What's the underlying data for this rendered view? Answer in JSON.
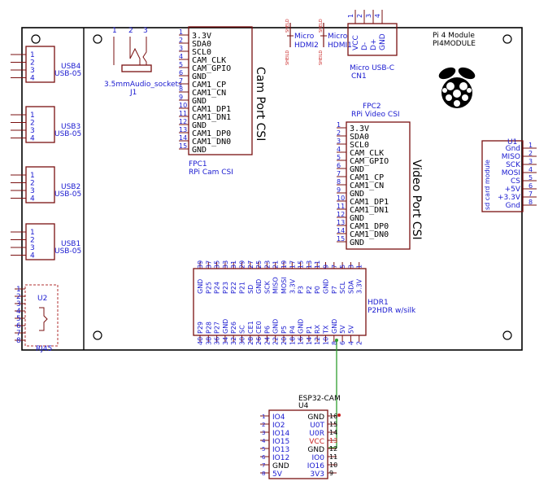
{
  "board": {
    "module_title": "Pi 4 Module",
    "module_ref": "PI4MODULE"
  },
  "usb_ports": [
    {
      "name": "USB4",
      "part": "USB-05",
      "pins": [
        "1",
        "2",
        "3",
        "4"
      ]
    },
    {
      "name": "USB3",
      "part": "USB-05",
      "pins": [
        "1",
        "2",
        "3",
        "4"
      ]
    },
    {
      "name": "USB2",
      "part": "USB-05",
      "pins": [
        "1",
        "2",
        "3",
        "4"
      ]
    },
    {
      "name": "USB1",
      "part": "USB-05",
      "pins": [
        "1",
        "2",
        "3",
        "4"
      ]
    }
  ],
  "rj45": {
    "ref": "U2",
    "name": "RJ45",
    "pins": [
      "1",
      "2",
      "3",
      "4",
      "5",
      "6",
      "7",
      "8"
    ]
  },
  "audio": {
    "pins": [
      "1",
      "2",
      "3"
    ],
    "name": "3.5mmAudio_sockets",
    "ref": "J1"
  },
  "cam_port": {
    "title": "Cam Port CSI",
    "ref": "FPC1",
    "name": "RPi Cam CSI",
    "pin_numbers": [
      "1",
      "2",
      "3",
      "4",
      "5",
      "6",
      "7",
      "8",
      "9",
      "10",
      "11",
      "12",
      "13",
      "14",
      "15"
    ],
    "signals": [
      "3.3V",
      "SDA0",
      "SCL0",
      "CAM_CLK",
      "CAM_GPIO",
      "GND",
      "CAM1_CP",
      "CAM1_CN",
      "GND",
      "CAM1_DP1",
      "CAM1_DN1",
      "GND",
      "CAM1_DP0",
      "CAM1_DN0",
      "GND"
    ]
  },
  "video_port": {
    "title": "Video Port CSI",
    "ref": "FPC2",
    "name": "RPi Video CSI",
    "pin_numbers": [
      "1",
      "2",
      "3",
      "4",
      "5",
      "6",
      "7",
      "8",
      "9",
      "10",
      "11",
      "12",
      "13",
      "14",
      "15"
    ],
    "signals": [
      "3.3V",
      "SDA0",
      "SCL0",
      "CAM_CLK",
      "CAM_GPIO",
      "GND",
      "CAM1_CP",
      "CAM1_CN",
      "GND",
      "CAM1_DP1",
      "CAM1_DN1",
      "GND",
      "CAM1_DP0",
      "CAM1_DN0",
      "GND"
    ]
  },
  "hdmi": [
    {
      "name": "Micro\nHDMI2",
      "pin": "SHELD",
      "shield": "SHEILD"
    },
    {
      "name": "Micro\nHDMI1",
      "pin": "SHELD",
      "shield": "SHEILD"
    }
  ],
  "usbc": {
    "pins": [
      "1",
      "2",
      "3",
      "4"
    ],
    "signals": [
      "VCC",
      "D-",
      "D+",
      "GND"
    ],
    "name": "Micro USB-C",
    "ref": "CN1"
  },
  "sd_card": {
    "ref": "U1",
    "name": "sd card module",
    "signals": [
      "Gnd",
      "MISO",
      "SCK",
      "MOSI",
      "CS",
      "+5V",
      "+3.3V",
      "Gnd"
    ],
    "pins": [
      "1",
      "2",
      "3",
      "4",
      "5",
      "6",
      "7",
      "8"
    ]
  },
  "header": {
    "ref": "HDR1",
    "name": "P2HDR w/silk",
    "top_numbers": [
      "39",
      "37",
      "35",
      "33",
      "31",
      "29",
      "27",
      "25",
      "23",
      "21",
      "19",
      "17",
      "15",
      "13",
      "11",
      "9",
      "7",
      "5",
      "3",
      "1"
    ],
    "top_labels": [
      "GND",
      "P25",
      "P24",
      "P23",
      "P22",
      "P21",
      "SD",
      "GND",
      "SCK",
      "MISO",
      "MOSI",
      "3.3V",
      "P3",
      "P2",
      "P0",
      "GND",
      "P7",
      "SCL",
      "SDA",
      "3.3V"
    ],
    "bottom_numbers": [
      "40",
      "38",
      "36",
      "34",
      "32",
      "30",
      "28",
      "26",
      "24",
      "22",
      "20",
      "18",
      "16",
      "14",
      "12",
      "10",
      "8",
      "6",
      "4",
      "2"
    ],
    "bottom_labels": [
      "P29",
      "P28",
      "P27",
      "GND",
      "P26",
      "SC",
      "CE1",
      "CE0",
      "P6",
      "GND",
      "P5",
      "P4",
      "GND",
      "P1",
      "RX",
      "TX",
      "GND",
      "5V",
      "5V"
    ]
  },
  "esp32": {
    "name": "ESP32-CAM",
    "ref": "U4",
    "left_labels": [
      "IO4",
      "IO2",
      "IO14",
      "IO15",
      "IO13",
      "IO12",
      "GND",
      "5V"
    ],
    "left_numbers": [
      "1",
      "2",
      "3",
      "4",
      "5",
      "6",
      "7",
      "8"
    ],
    "right_labels": [
      "GND",
      "U0T",
      "U0R",
      "VCC",
      "GND",
      "IO0",
      "IO16",
      "3V3"
    ],
    "right_numbers": [
      "16",
      "15",
      "14",
      "13",
      "12",
      "11",
      "10",
      "9"
    ]
  },
  "colors": {
    "pin_text": "#1a1ad0",
    "body": "#7a1010",
    "wire": "#2e9e2e",
    "power": "#c81e1e"
  }
}
